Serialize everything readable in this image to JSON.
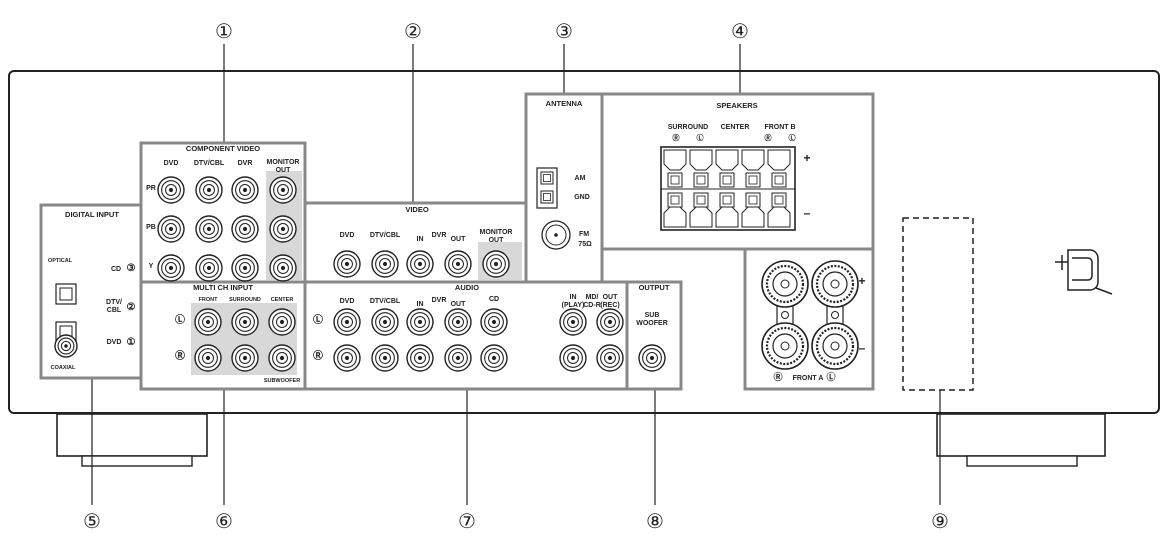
{
  "callouts": [
    "①",
    "②",
    "③",
    "④",
    "⑤",
    "⑥",
    "⑦",
    "⑧",
    "⑨"
  ],
  "component_video": {
    "title": "COMPONENT VIDEO",
    "columns": [
      "DVD",
      "DTV/CBL",
      "DVR",
      "MONITOR",
      "OUT"
    ],
    "rows": [
      "PR",
      "PB",
      "Y"
    ]
  },
  "video": {
    "title": "VIDEO",
    "labels": [
      "DVD",
      "DTV/CBL",
      "IN",
      "DVR",
      "OUT",
      "MONITOR",
      "OUT"
    ]
  },
  "antenna": {
    "title": "ANTENNA",
    "labels": [
      "AM",
      "GND",
      "FM",
      "75Ω"
    ]
  },
  "speakers": {
    "title": "SPEAKERS",
    "labels": [
      "SURROUND",
      "CENTER",
      "FRONT B",
      "Ⓡ",
      "Ⓛ",
      "Ⓡ",
      "Ⓛ",
      "+",
      "–"
    ]
  },
  "digital_input": {
    "title": "DIGITAL INPUT",
    "labels": [
      "OPTICAL",
      "COAXIAL",
      "CD",
      "③",
      "DTV/",
      "CBL",
      "②",
      "DVD",
      "①"
    ]
  },
  "multi_ch": {
    "title": "MULTI CH INPUT",
    "labels": [
      "FRONT",
      "SURROUND",
      "CENTER",
      "SUBWOOFER",
      "Ⓛ",
      "Ⓡ"
    ]
  },
  "audio": {
    "title": "AUDIO",
    "labels": [
      "DVD",
      "DTV/CBL",
      "IN",
      "DVR",
      "OUT",
      "CD",
      "IN",
      "(PLAY)",
      "MD/",
      "CD-R",
      "OUT",
      "(REC)",
      "Ⓛ",
      "Ⓡ"
    ]
  },
  "output": {
    "title": "OUTPUT",
    "labels": [
      "SUB",
      "WOOFER"
    ]
  },
  "front_a": {
    "labels": [
      "Ⓡ",
      "FRONT A",
      "Ⓛ",
      "+",
      "–"
    ]
  }
}
